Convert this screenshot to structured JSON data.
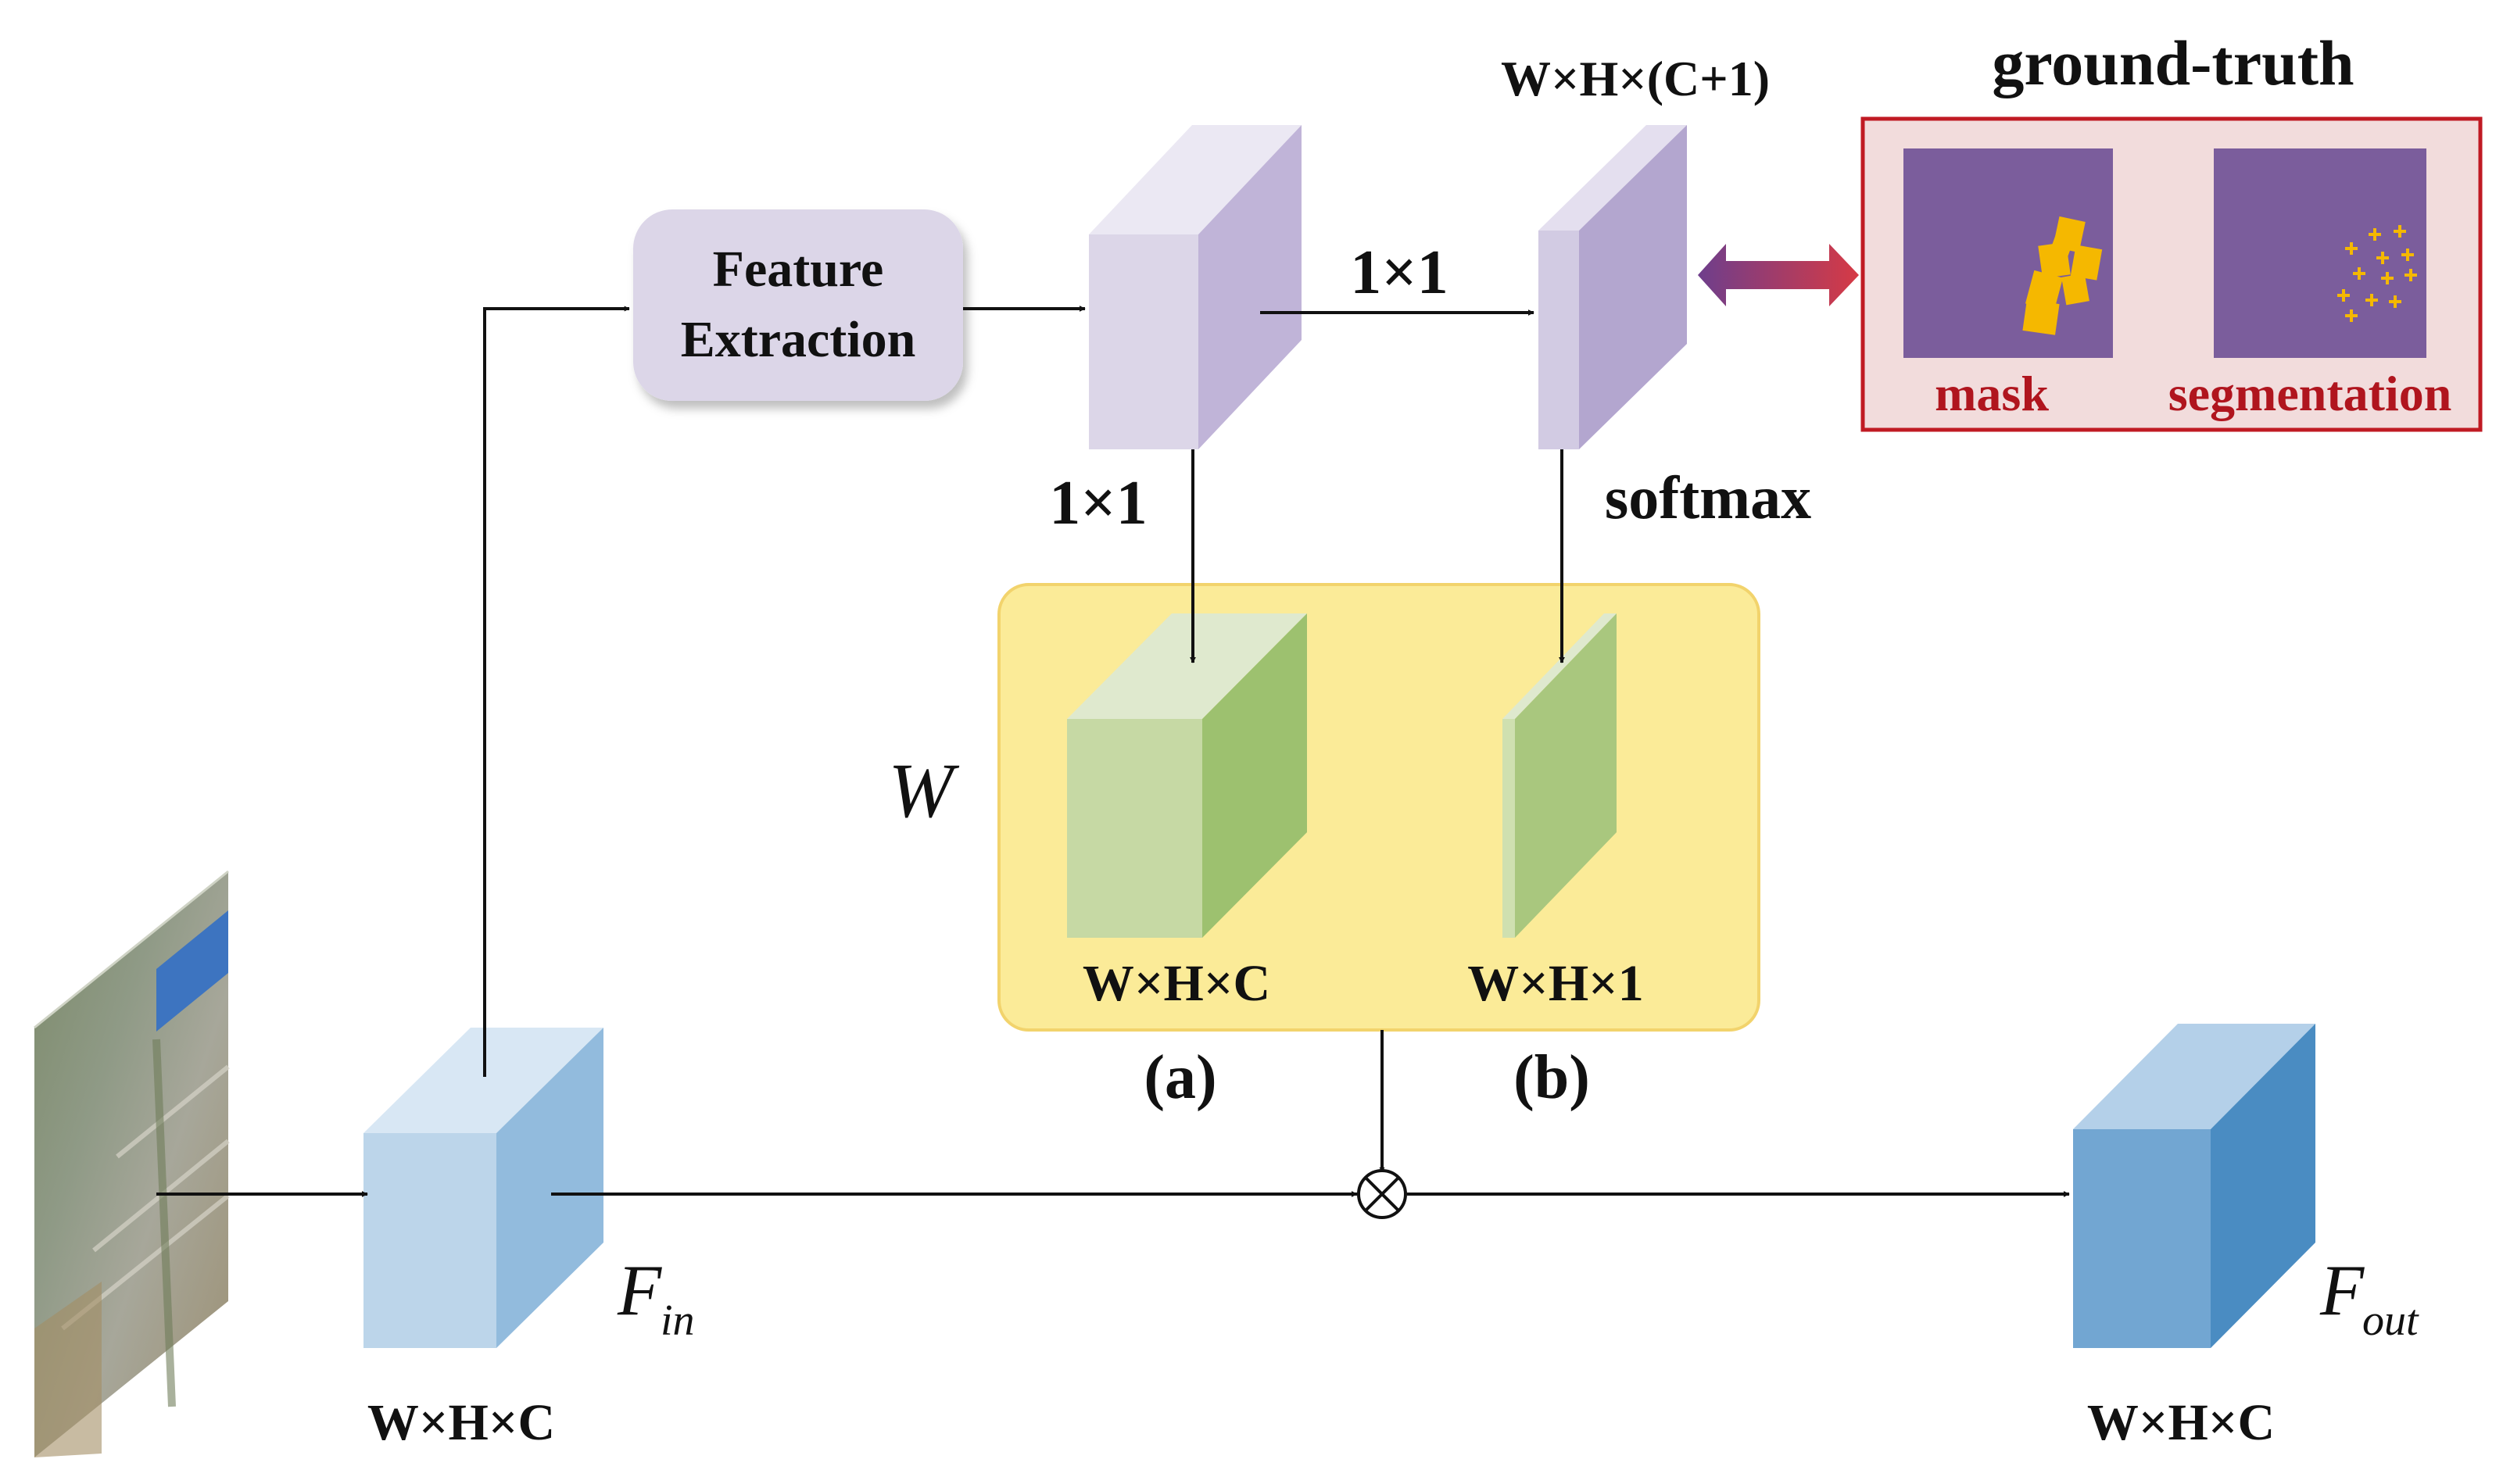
{
  "labels": {
    "feature_extraction_line1": "Feature",
    "feature_extraction_line2": "Extraction",
    "conv_top": "1×1",
    "conv_left": "1×1",
    "softmax": "softmax",
    "output_dims": "W×H×(C+1)",
    "ground_truth": "ground-truth",
    "mask": "mask",
    "segmentation": "segmentation",
    "weight_symbol": "W",
    "dims_a": "W×H×C",
    "dims_b": "W×H×1",
    "tag_a": "(a)",
    "tag_b": "(b)",
    "f_in_main": "F",
    "f_in_sub": "in",
    "f_out_main": "F",
    "f_out_sub": "out",
    "dims_in": "W×H×C",
    "dims_out": "W×H×C",
    "multiply_symbol": "⊗"
  },
  "colors": {
    "blue_front": "#bcd5ea",
    "blue_side": "#92bbdd",
    "blue_top": "#d8e7f4",
    "blue_dark_front": "#72a6d2",
    "blue_dark_side": "#4a8cc2",
    "blue_dark_top": "#b4d0e9",
    "purple_front": "#dcd6e8",
    "purple_side": "#c0b4d8",
    "purple_top": "#ebe8f3",
    "green_front": "#c6d9a4",
    "green_side": "#9dc16f",
    "green_top": "#dfe9ce",
    "yellow_panel": "#fbeb98",
    "yellow_border": "#f2d36c",
    "gt_panel": "#f2dcdc",
    "gt_border": "#c01a23",
    "gt_image": "#7b5d9c",
    "gt_object": "#f5b800"
  }
}
